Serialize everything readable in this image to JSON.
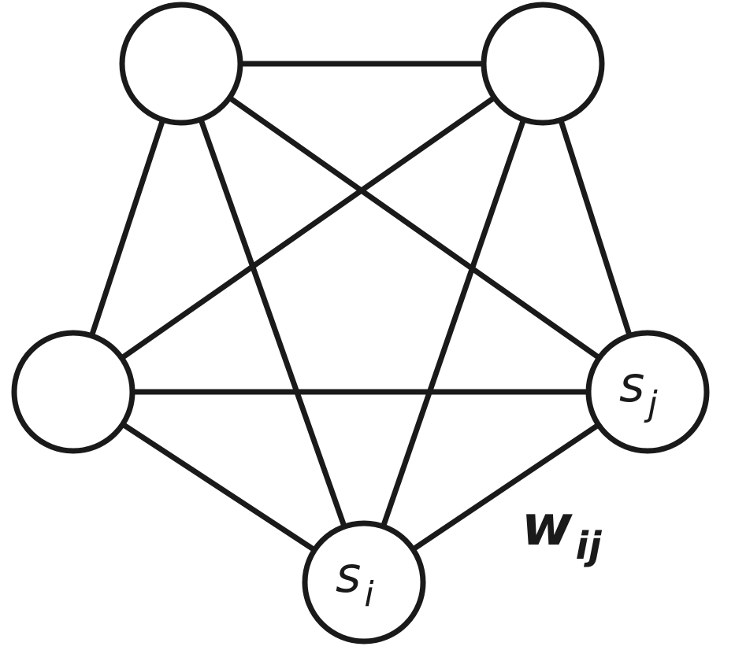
{
  "diagram": {
    "colors": {
      "stroke": "#1a1a1a",
      "fill": "#ffffff",
      "background": "#ffffff"
    },
    "nodes": [
      {
        "id": "top-left",
        "label": "",
        "sub": ""
      },
      {
        "id": "top-right",
        "label": "",
        "sub": ""
      },
      {
        "id": "left",
        "label": "",
        "sub": ""
      },
      {
        "id": "right",
        "label": "s",
        "sub": "j"
      },
      {
        "id": "bottom",
        "label": "s",
        "sub": "i"
      }
    ],
    "edges": [
      [
        "top-left",
        "top-right"
      ],
      [
        "top-left",
        "left"
      ],
      [
        "top-left",
        "right"
      ],
      [
        "top-left",
        "bottom"
      ],
      [
        "top-right",
        "left"
      ],
      [
        "top-right",
        "right"
      ],
      [
        "top-right",
        "bottom"
      ],
      [
        "left",
        "right"
      ],
      [
        "left",
        "bottom"
      ],
      [
        "right",
        "bottom"
      ]
    ],
    "weight_label": {
      "main": "w",
      "sub": "ij",
      "edge": [
        "right",
        "bottom"
      ]
    }
  }
}
